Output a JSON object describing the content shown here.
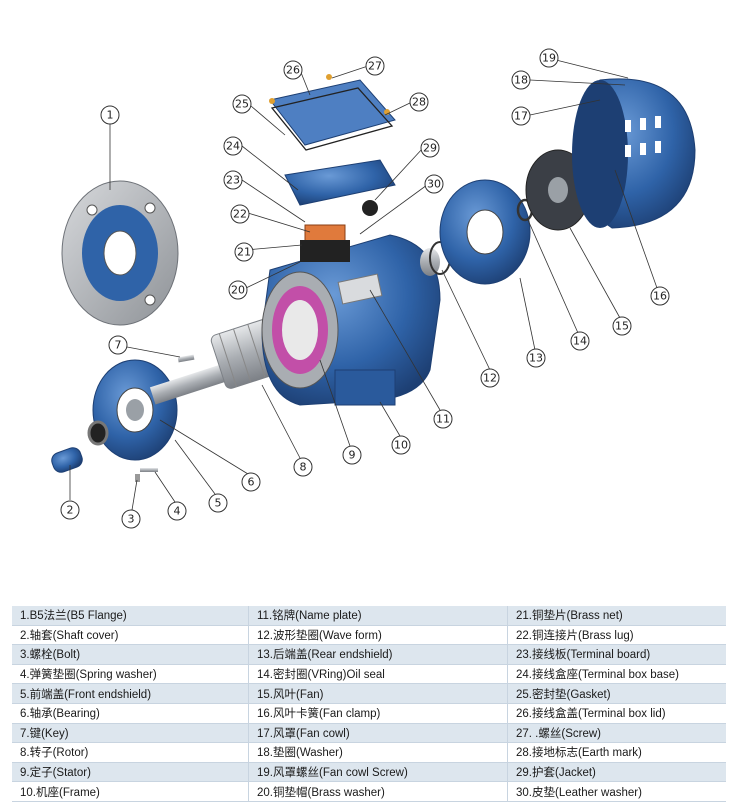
{
  "legend": {
    "rows": [
      [
        "1.B5法兰(B5 Flange)",
        "11.铭牌(Name plate)",
        "21.铜垫片(Brass net)"
      ],
      [
        "2.轴套(Shaft cover)",
        "12.波形垫圈(Wave form)",
        "22.铜连接片(Brass lug)"
      ],
      [
        "3.螺栓(Bolt)",
        "13.后端盖(Rear endshield)",
        "23.接线板(Terminal board)"
      ],
      [
        "4.弹簧垫圈(Spring washer)",
        "14.密封圈(VRing)Oil seal",
        "24.接线盒座(Terminal box base)"
      ],
      [
        "5.前端盖(Front endshield)",
        "15.风叶(Fan)",
        "25.密封垫(Gasket)"
      ],
      [
        "6.轴承(Bearing)",
        "16.风叶卡簧(Fan clamp)",
        "26.接线盒盖(Terminal box lid)"
      ],
      [
        "7.键(Key)",
        "17.风罩(Fan cowl)",
        "27. .螺丝(Screw)"
      ],
      [
        "8.转子(Rotor)",
        "18.垫圈(Washer)",
        "28.接地标志(Earth mark)"
      ],
      [
        "9.定子(Stator)",
        "19.风罩螺丝(Fan cowl Screw)",
        "29.护套(Jacket)"
      ],
      [
        "10.机座(Frame)",
        "20.铜垫帽(Brass washer)",
        "30.皮垫(Leather washer)"
      ]
    ]
  },
  "callouts": [
    "1",
    "2",
    "3",
    "4",
    "5",
    "6",
    "7",
    "8",
    "9",
    "10",
    "11",
    "12",
    "13",
    "14",
    "15",
    "16",
    "17",
    "18",
    "19",
    "20",
    "21",
    "22",
    "23",
    "24",
    "25",
    "26",
    "27",
    "28",
    "29",
    "30"
  ],
  "colors": {
    "motor_blue": "#2f63a8",
    "motor_dark": "#1d3f73",
    "metal": "#b9bcc0",
    "copper": "#e07a3c",
    "winding": "#c24fa8",
    "table_band": "#dde6ee"
  }
}
